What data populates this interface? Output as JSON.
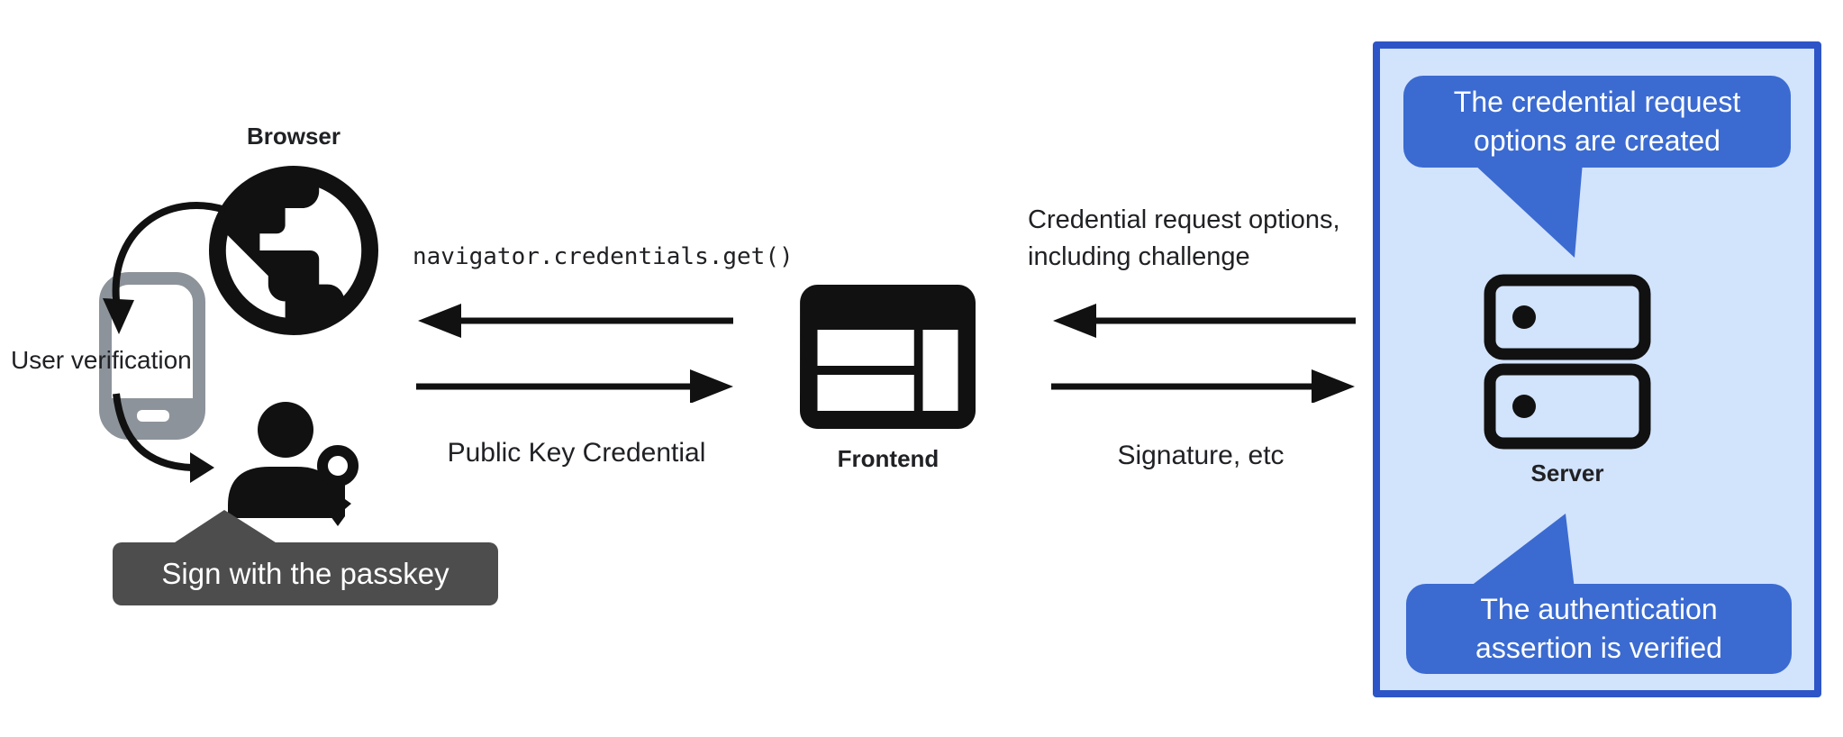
{
  "nodes": {
    "browser": {
      "label": "Browser",
      "icon": "globe-icon"
    },
    "user_verification": {
      "label": "User verification",
      "icon": "smartphone-icon"
    },
    "passkey_user": {
      "tooltip": "Sign with the passkey",
      "icon": "passkey-user-icon"
    },
    "frontend": {
      "label": "Frontend",
      "icon": "browser-window-icon"
    },
    "server": {
      "label": "Server",
      "icon": "server-stack-icon"
    }
  },
  "flows": {
    "navigator_call": "navigator.credentials.get()",
    "public_key_credential": "Public Key Credential",
    "credential_request": "Credential request options,\nincluding challenge",
    "signature": "Signature, etc"
  },
  "server_panel": {
    "bubble_top": "The credential request\noptions are created",
    "bubble_bottom": "The authentication\nassertion is verified"
  },
  "colors": {
    "bubble_blue": "#3b6bd1",
    "panel_fill": "#d2e3fc",
    "panel_border": "#2d55c8",
    "tooltip_gray": "#4d4d4d",
    "phone_gray": "#8d939a",
    "icon_black": "#111111",
    "text_dark": "#202124"
  }
}
